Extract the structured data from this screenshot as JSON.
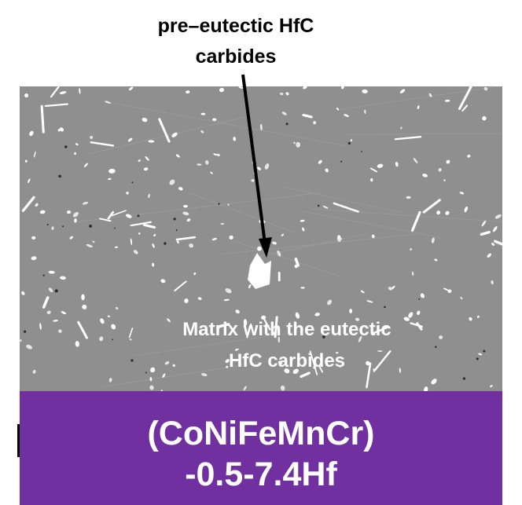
{
  "annotations": {
    "top_label_line1": "pre–eutectic HfC",
    "top_label_line2": "carbides",
    "matrix_label_line1": "Matrix with the eutectic",
    "matrix_label_line2": "HfC carbides"
  },
  "title": {
    "line1": "(CoNiFeMnCr)",
    "line2": "-0.5-7.4Hf"
  },
  "colors": {
    "banner": "#7030a0",
    "micrograph_gray": "#8f8f8f",
    "carbide": "#ffffff",
    "arrow": "#000000"
  }
}
